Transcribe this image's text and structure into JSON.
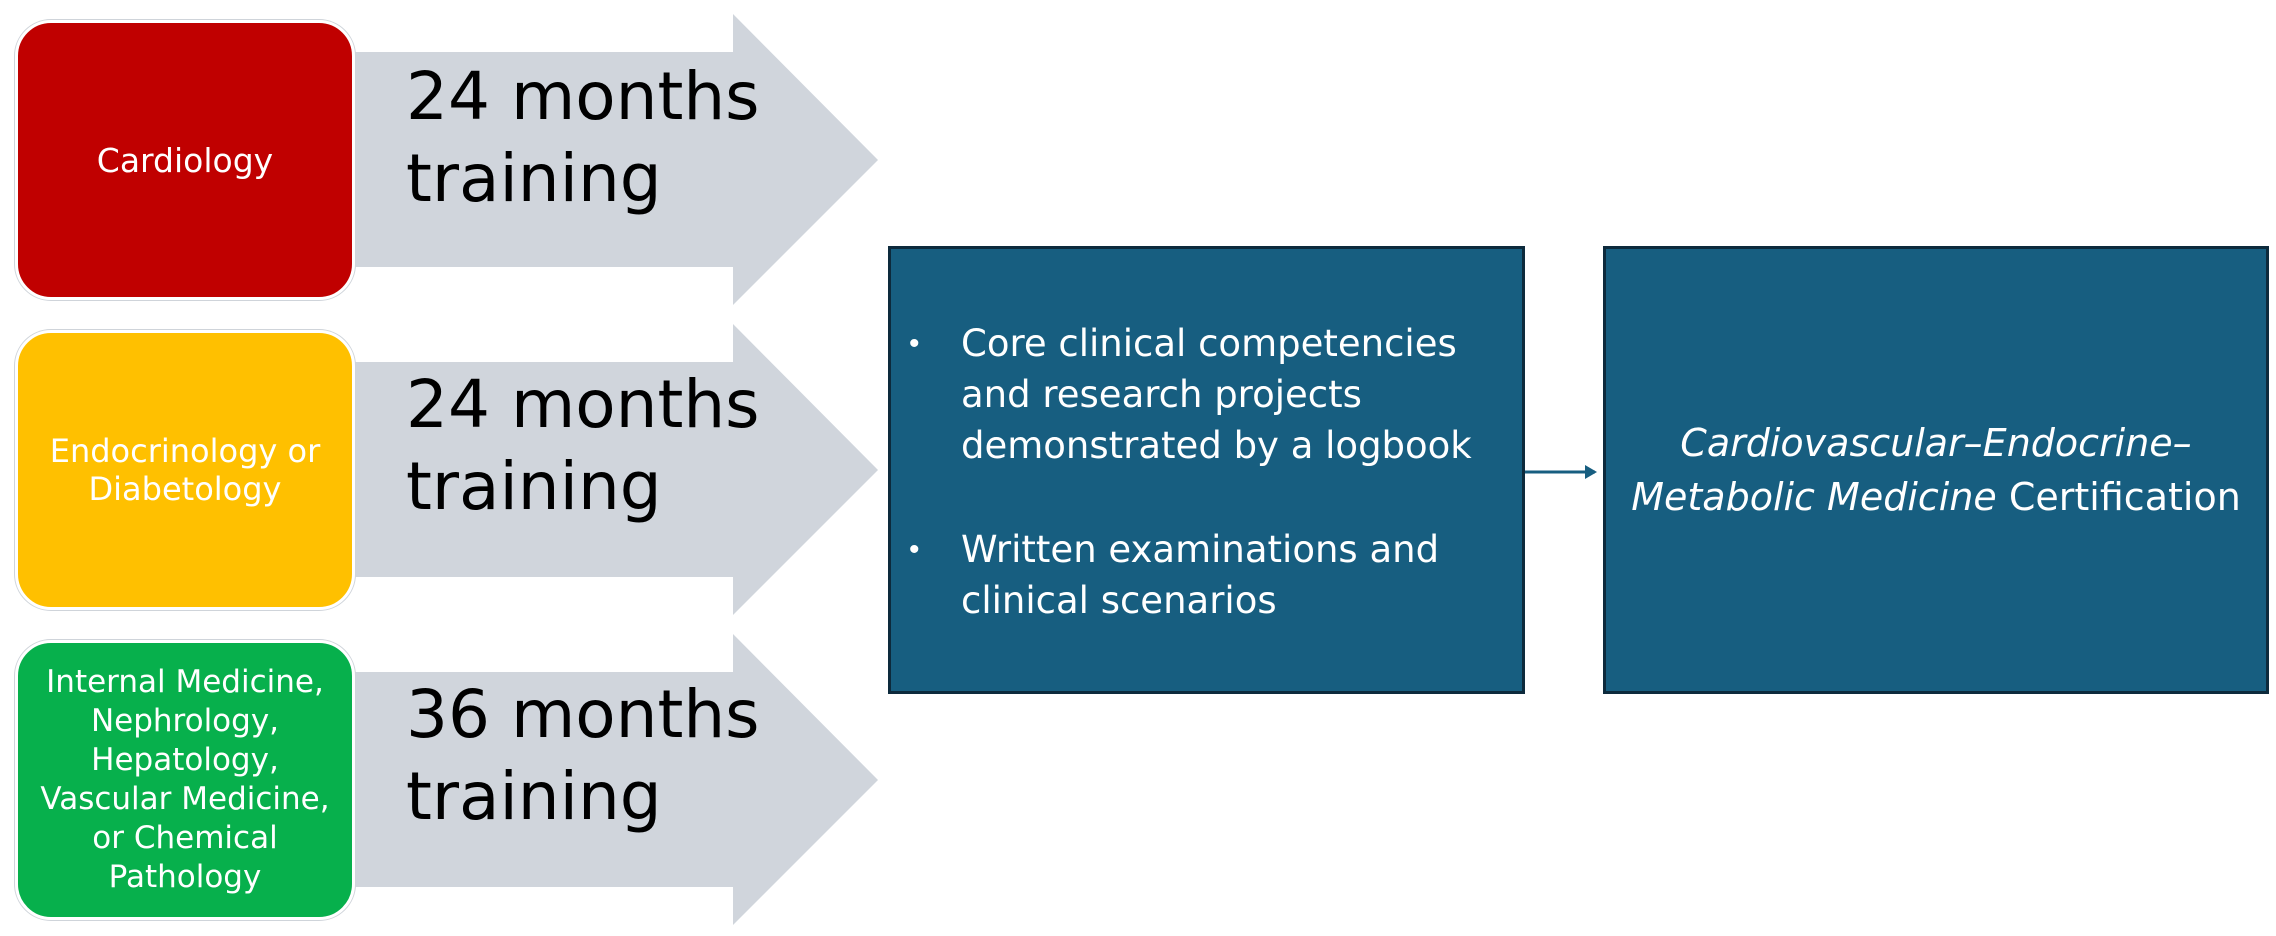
{
  "specialties": [
    {
      "label": "Cardiology",
      "color": "#c00000",
      "duration": "24 months\ntraining"
    },
    {
      "label": "Endocrinology or\nDiabetology",
      "color": "#ffc000",
      "duration": "24 months\ntraining"
    },
    {
      "label": "Internal Medicine,\nNephrology,\nHepatology,\nVascular Medicine,\nor Chemical\nPathology",
      "color": "#07b04c",
      "duration": "36 months\ntraining"
    }
  ],
  "requirements": [
    "Core clinical competencies\nand research projects\ndemonstrated by a logbook",
    "Written examinations and\nclinical scenarios"
  ],
  "certification": {
    "italic_line1": "Cardiovascular–Endocrine–",
    "italic_line2": "Metabolic Medicine",
    "plain": " Certification"
  },
  "colors": {
    "arrow_fill": "#d0d5dc",
    "box_fill": "#175e80",
    "box_border": "#0d2a3c"
  }
}
